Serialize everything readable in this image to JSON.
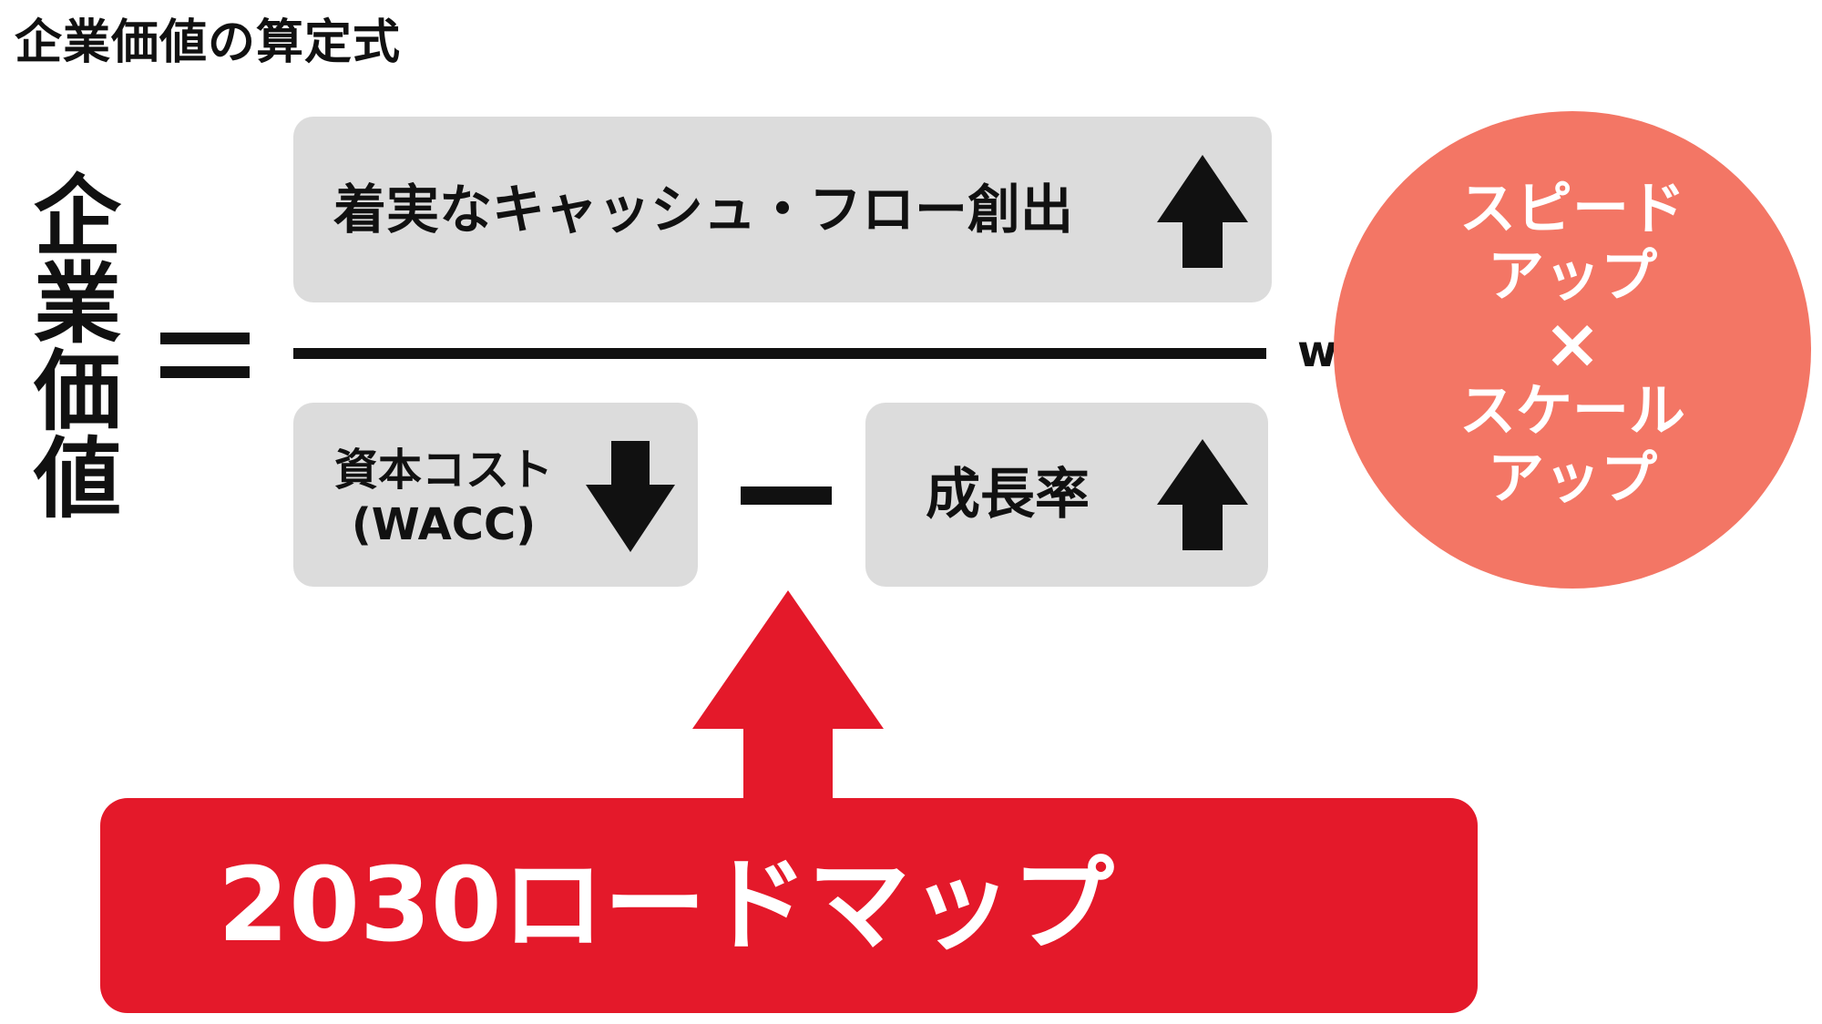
{
  "title": "企業価値の算定式",
  "equation": {
    "lhs_chars": [
      "企",
      "業",
      "価",
      "値"
    ],
    "numerator": {
      "label": "着実なキャッシュ・フロー創出",
      "direction": "up"
    },
    "denominator": {
      "wacc": {
        "label_line1": "資本コスト",
        "label_line2": "(WACC)",
        "direction": "down"
      },
      "growth": {
        "label": "成長率",
        "direction": "up"
      }
    },
    "with_label": "with"
  },
  "circle": {
    "lines": [
      "スピード",
      "アップ",
      "×",
      "スケール",
      "アップ"
    ],
    "color": "#f37665"
  },
  "roadmap": {
    "label": "2030ロードマップ",
    "color": "#e4192a"
  },
  "colors": {
    "text": "#111111",
    "box_fill": "#dcdcdc",
    "white": "#ffffff"
  }
}
